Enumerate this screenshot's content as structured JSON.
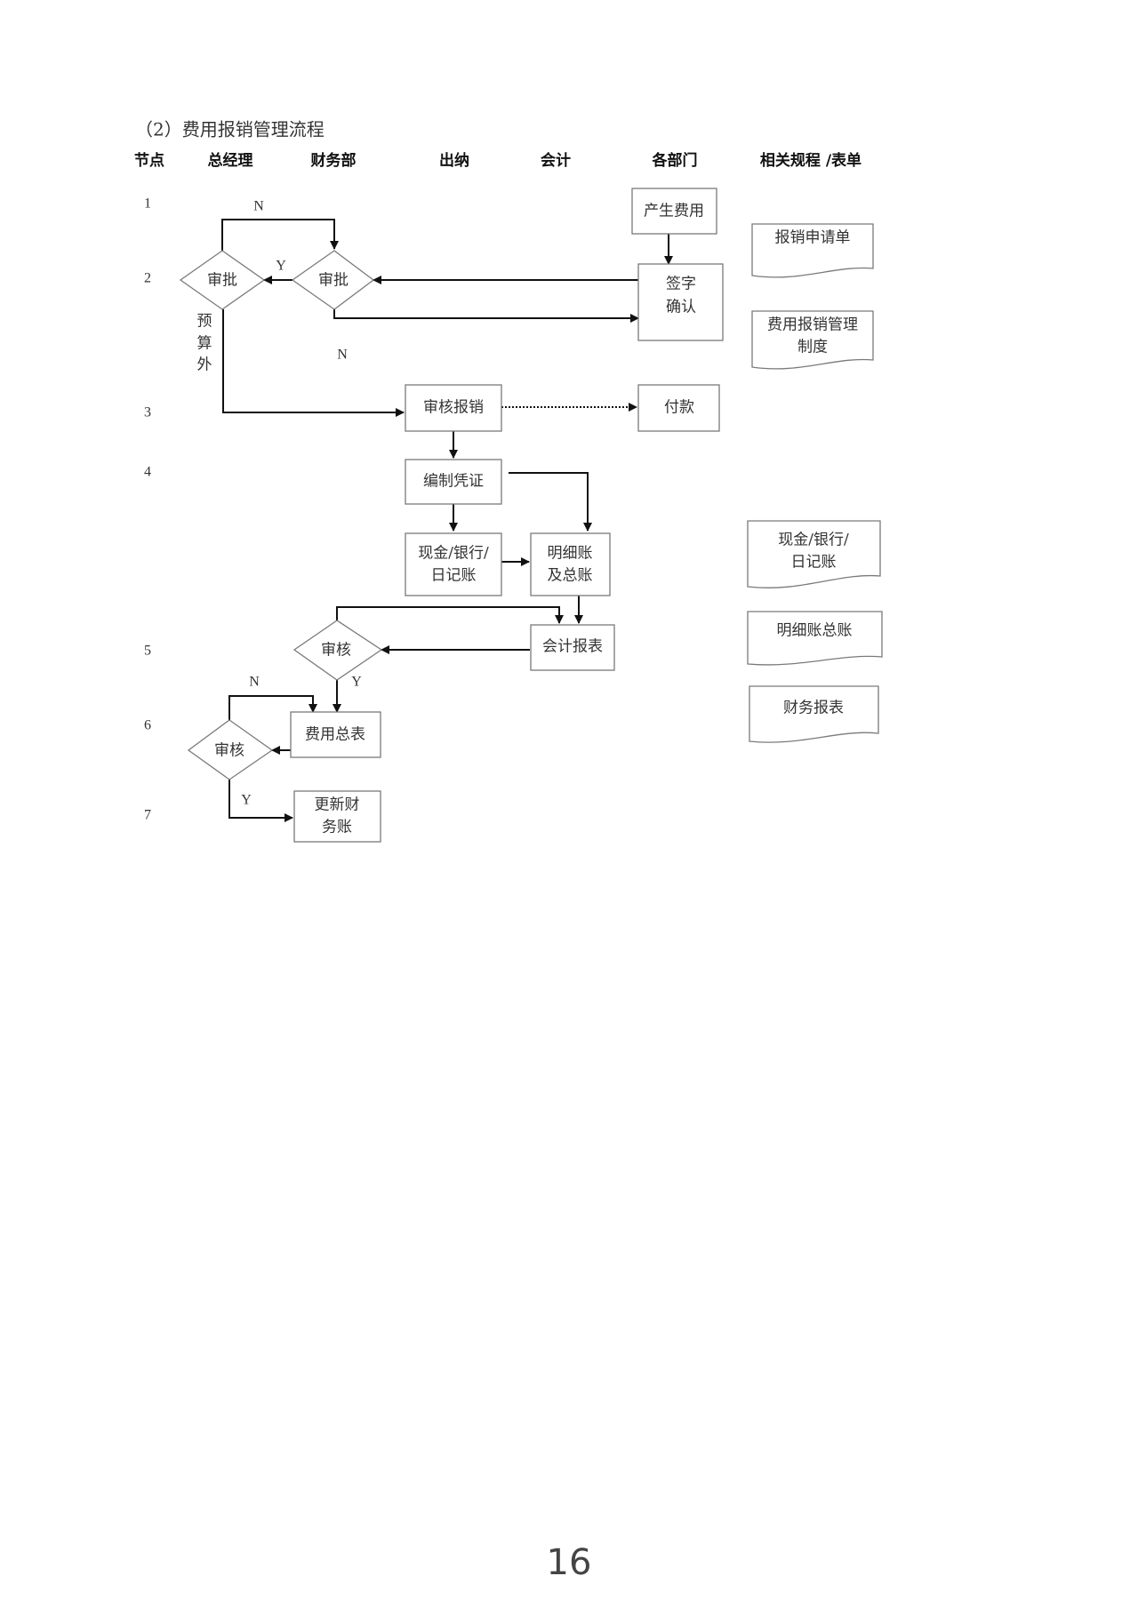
{
  "section_title": "（2）费用报销管理流程",
  "columns": [
    "节点",
    "总经理",
    "财务部",
    "出纳",
    "会计",
    "各部门",
    "相关规程 /表单"
  ],
  "node_numbers": [
    "1",
    "2",
    "3",
    "4",
    "5",
    "6",
    "7"
  ],
  "nodes": {
    "generate_expense": "产生费用",
    "sign_confirm": [
      "签字",
      "确认"
    ],
    "gm_approve": "审批",
    "finance_approve": "审批",
    "audit_reimburse": "审核报销",
    "payment": "付款",
    "prepare_voucher": "编制凭证",
    "cash_journal": [
      "现金/银行/",
      "日记账"
    ],
    "ledger": [
      "明细账",
      "及总账"
    ],
    "accounting_report": "会计报表",
    "finance_review": "审核",
    "expense_summary": "费用总表",
    "gm_review": "审核",
    "update_accounts": [
      "更新财",
      "务账"
    ]
  },
  "edge_labels": {
    "gm_no": "N",
    "finance_yes": "Y",
    "finance_no": "N",
    "over_budget": [
      "预",
      "算",
      "外"
    ],
    "review5_yes": "Y",
    "review6_no": "N",
    "review6_yes": "Y"
  },
  "documents": [
    [
      "报销申请单"
    ],
    [
      "费用报销管理",
      "制度"
    ],
    [
      "现金/银行/",
      "日记账"
    ],
    [
      "明细账总账"
    ],
    [
      "财务报表"
    ]
  ],
  "page_number": "16"
}
